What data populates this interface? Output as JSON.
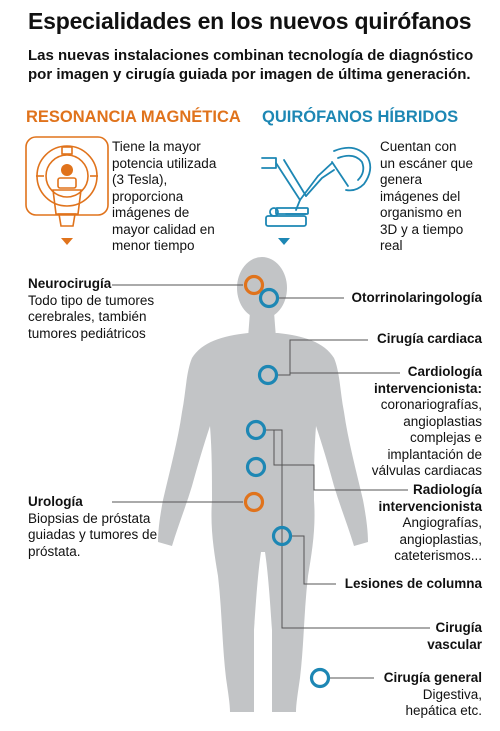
{
  "title": "Especialidades en los nuevos quirófanos",
  "subtitle": "Las nuevas instalaciones combinan tecnología de diagnóstico por imagen y cirugía guiada por imagen de última generación.",
  "colors": {
    "orange": "#e0731c",
    "blue": "#1d87b4",
    "body": "#c2c4c6",
    "line": "#555555"
  },
  "sections": {
    "resonancia": {
      "heading": "RESONANCIA MAGNÉTICA",
      "icon": "mri-scanner-icon",
      "text": [
        "Tiene la mayor",
        "potencia utilizada",
        "(3 Tesla),",
        "proporciona",
        "imágenes de",
        "mayor calidad en",
        "menor tiempo"
      ]
    },
    "hibridos": {
      "heading": "QUIRÓFANOS HÍBRIDOS",
      "icon": "robotic-scanner-icon",
      "text": [
        "Cuentan con",
        "un escáner que",
        "genera",
        "imágenes del",
        "organismo en",
        "3D y a tiempo",
        "real"
      ]
    }
  },
  "specialties": {
    "neurocirugia": {
      "name": "Neurocirugía",
      "desc": [
        "Todo tipo de tumores",
        "cerebrales, también",
        "tumores pediátricos"
      ],
      "color": "orange"
    },
    "otorrino": {
      "name": "Otorrinolaringología",
      "desc": [],
      "color": "blue"
    },
    "cardiaca": {
      "name": "Cirugía cardiaca",
      "desc": [],
      "color": "blue"
    },
    "cardiologia": {
      "name": [
        "Cardiología",
        "intervencionista:"
      ],
      "desc": [
        "coronariografías,",
        "angioplastias",
        "complejas e",
        "implantación de",
        "válvulas cardiacas"
      ],
      "color": "blue"
    },
    "urologia": {
      "name": "Urología",
      "desc": [
        "Biopsias de próstata",
        "guiadas y tumores de",
        "próstata."
      ],
      "color": "orange"
    },
    "radiologia": {
      "name": [
        "Radiología",
        "intervencionista"
      ],
      "desc": [
        "Angiografías,",
        "angioplastias,",
        "cateterismos..."
      ],
      "color": "blue"
    },
    "columna": {
      "name": "Lesiones de columna",
      "desc": [],
      "color": "blue"
    },
    "vascular": {
      "name": [
        "Cirugía",
        "vascular"
      ],
      "desc": [],
      "color": "blue"
    },
    "general": {
      "name": "Cirugía general",
      "desc": [
        "Digestiva,",
        "hepática etc."
      ],
      "color": "blue"
    }
  }
}
